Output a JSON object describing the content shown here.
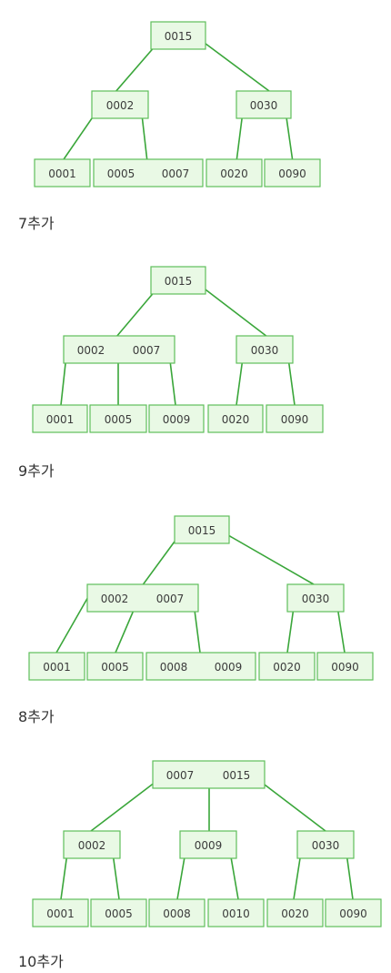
{
  "diagrams": [
    {
      "root": [
        "0015"
      ],
      "level1": [
        [
          "0002"
        ],
        [
          "0030"
        ]
      ],
      "leaves": [
        [
          "0001"
        ],
        [
          "0005",
          "0007"
        ],
        [
          "0020"
        ],
        [
          "0090"
        ]
      ],
      "caption": "7추가"
    },
    {
      "root": [
        "0015"
      ],
      "level1": [
        [
          "0002",
          "0007"
        ],
        [
          "0030"
        ]
      ],
      "leaves": [
        [
          "0001"
        ],
        [
          "0005"
        ],
        [
          "0009"
        ],
        [
          "0020"
        ],
        [
          "0090"
        ]
      ],
      "caption": "9추가"
    },
    {
      "root": [
        "0015"
      ],
      "level1": [
        [
          "0002",
          "0007"
        ],
        [
          "0030"
        ]
      ],
      "leaves": [
        [
          "0001"
        ],
        [
          "0005"
        ],
        [
          "0008",
          "0009"
        ],
        [
          "0020"
        ],
        [
          "0090"
        ]
      ],
      "caption": "8추가"
    },
    {
      "root": [
        "0007",
        "0015"
      ],
      "level1": [
        [
          "0002"
        ],
        [
          "0009"
        ],
        [
          "0030"
        ]
      ],
      "leaves": [
        [
          "0001"
        ],
        [
          "0005"
        ],
        [
          "0008"
        ],
        [
          "0010"
        ],
        [
          "0020"
        ],
        [
          "0090"
        ]
      ],
      "caption": "10추가"
    }
  ]
}
